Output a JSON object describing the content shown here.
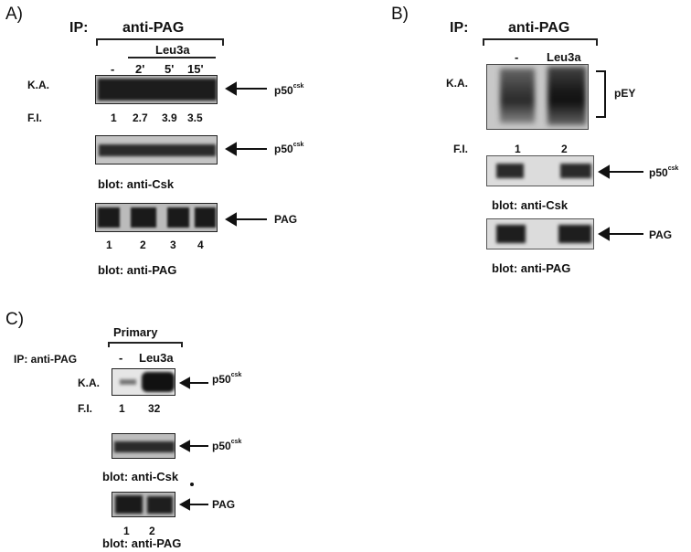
{
  "panelA": {
    "label": "A)",
    "ip_label": "IP:",
    "antibody": "anti-PAG",
    "treatment": "Leu3a",
    "lanes": [
      "-",
      "2'",
      "5'",
      "15'"
    ],
    "ka_label": "K.A.",
    "fi_label": "F.I.",
    "fi_values": [
      "1",
      "2.7",
      "3.9",
      "3.5"
    ],
    "band1_label": "p50",
    "band1_sup": "csk",
    "band2_label": "p50",
    "band2_sup": "csk",
    "blot1": "blot: anti-Csk",
    "band3_label": "PAG",
    "lane_numbers": [
      "1",
      "2",
      "3",
      "4"
    ],
    "blot2": "blot: anti-PAG"
  },
  "panelB": {
    "label": "B)",
    "ip_label": "IP:",
    "antibody": "anti-PAG",
    "lanes": [
      "-",
      "Leu3a"
    ],
    "ka_label": "K.A.",
    "pey_label": "pEY",
    "fi_label": "F.I.",
    "fi_values": [
      "1",
      "2"
    ],
    "band1_label": "p50",
    "band1_sup": "csk",
    "blot1": "blot: anti-Csk",
    "band2_label": "PAG",
    "blot2": "blot: anti-PAG"
  },
  "panelC": {
    "label": "C)",
    "header": "Primary",
    "ip_text": "IP: anti-PAG",
    "lanes": [
      "-",
      "Leu3a"
    ],
    "ka_label": "K.A.",
    "fi_label": "F.I.",
    "fi_values": [
      "1",
      "32"
    ],
    "band1_label": "p50",
    "band1_sup": "csk",
    "band2_label": "p50",
    "band2_sup": "csk",
    "blot1": "blot: anti-Csk",
    "band3_label": "PAG",
    "lane_numbers": [
      "1",
      "2"
    ],
    "blot2": "blot: anti-PAG"
  }
}
